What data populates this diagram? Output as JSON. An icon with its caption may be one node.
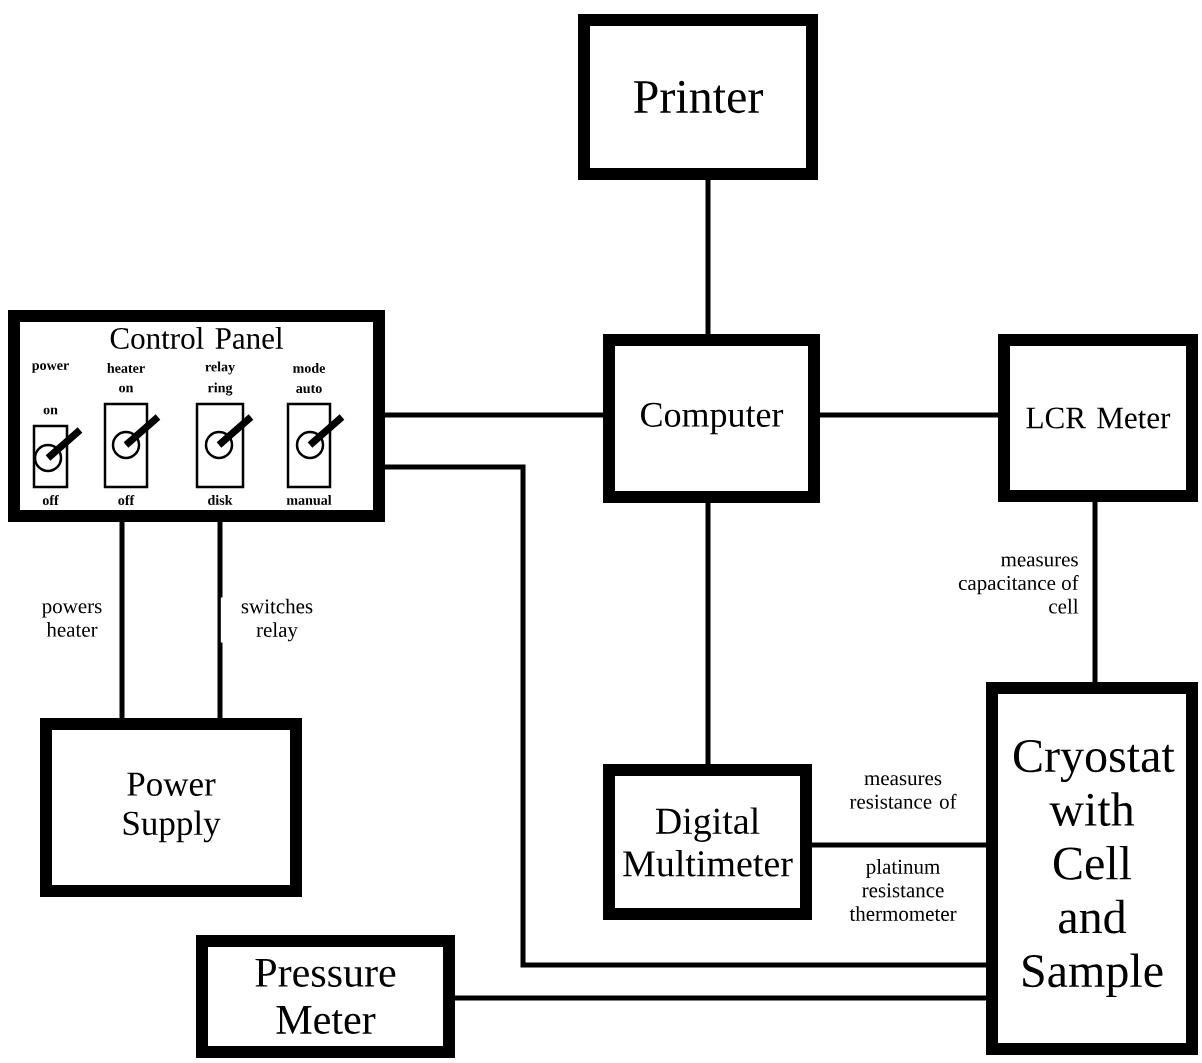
{
  "diagram": {
    "nodes": [
      {
        "text": [
          "Printer"
        ]
      },
      {
        "text": [
          "Control Panel"
        ]
      },
      {
        "text": [
          "power",
          "on",
          "off"
        ],
        "in": 1
      },
      {
        "text": [
          "heater",
          "on",
          "off"
        ],
        "in": 1
      },
      {
        "text": [
          "relay",
          "ring",
          "disk"
        ],
        "in": 1
      },
      {
        "text": [
          "mode",
          "auto",
          "manual"
        ],
        "in": 1
      },
      {
        "text": [
          "Computer"
        ]
      },
      {
        "text": [
          "LCR Meter"
        ]
      },
      {
        "text": [
          "Power Supply"
        ]
      },
      {
        "text": [
          "Digital Multimeter"
        ]
      },
      {
        "text": [
          "Cryostat with Cell and Sample"
        ]
      },
      {
        "text": [
          "Pressure Meter"
        ]
      }
    ],
    "edges": [
      {
        "from": 0,
        "to": 6,
        "arrow": "none"
      },
      {
        "from": 1,
        "to": 6,
        "arrow": "none"
      },
      {
        "from": 6,
        "to": 7,
        "arrow": "none"
      },
      {
        "from": 1,
        "to": 8,
        "arrow": "none",
        "label": "powers heater"
      },
      {
        "from": 1,
        "to": 8,
        "arrow": "none",
        "label": "switches relay"
      },
      {
        "from": 1,
        "to": 10,
        "arrow": "none"
      },
      {
        "from": 6,
        "to": 9,
        "arrow": "none"
      },
      {
        "from": 7,
        "to": 10,
        "arrow": "none",
        "label": "measures capacitance of cell"
      },
      {
        "from": 9,
        "to": 10,
        "arrow": "none",
        "label": "measures resistance of"
      },
      {
        "from": 11,
        "to": 10,
        "arrow": "none"
      }
    ],
    "labels": [
      "platinum resistance thermometer"
    ]
  }
}
